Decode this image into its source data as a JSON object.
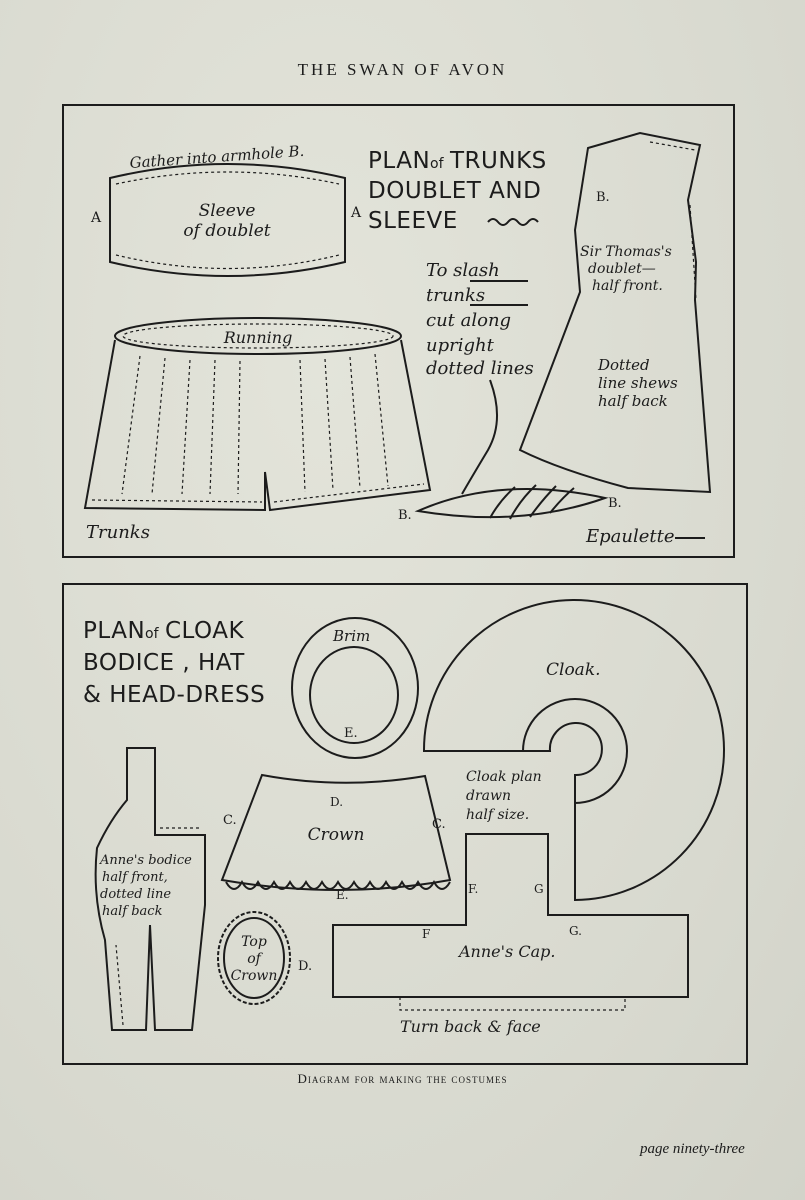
{
  "running_head": "THE SWAN OF AVON",
  "caption": "Diagram for making the costumes",
  "folio": "page ninety-three",
  "top_panel": {
    "title_lines": [
      "PLAN",
      "of",
      "TRUNKS",
      "DOUBLET AND",
      "SLEEVE"
    ],
    "sleeve": {
      "note": "Gather into armhole B.",
      "label_1": "Sleeve",
      "label_2": "of doublet",
      "point_left": "A",
      "point_right": "A"
    },
    "trunks": {
      "label": "Trunks",
      "running": "Running",
      "point_b": "B.",
      "instructions": [
        "To slash",
        "trunks",
        "cut along",
        "upright",
        "dotted lines"
      ]
    },
    "doublet": {
      "point_b": "B.",
      "label_lines": [
        "Sir Thomas's",
        "doublet—",
        "half front."
      ],
      "note_lines": [
        "Dotted",
        "line shews",
        "half back"
      ]
    },
    "epaulette": {
      "label": "Epaulette",
      "point_b": "B."
    }
  },
  "bottom_panel": {
    "title_lines": [
      "PLAN",
      "of",
      "CLOAK",
      "BODICE , HAT",
      "& HEAD-DRESS"
    ],
    "brim": {
      "label": "Brim",
      "point": "E."
    },
    "cloak": {
      "label": "Cloak.",
      "note_lines": [
        "Cloak plan",
        "drawn",
        "half size."
      ]
    },
    "crown": {
      "label": "Crown",
      "point_top": "D.",
      "point_bottom": "E.",
      "point_left": "C.",
      "point_right": "C."
    },
    "bodice": {
      "label_lines": [
        "Anne's bodice",
        "half front,",
        "dotted line",
        "half back"
      ]
    },
    "top_of_crown": {
      "label_lines": [
        "Top",
        "of",
        "Crown"
      ],
      "point": "D."
    },
    "cap": {
      "label": "Anne's Cap.",
      "point_f_upper": "F.",
      "point_g_upper": "G",
      "point_f_lower": "F",
      "point_g_lower": "G.",
      "turn_back": "Turn back & face"
    }
  }
}
